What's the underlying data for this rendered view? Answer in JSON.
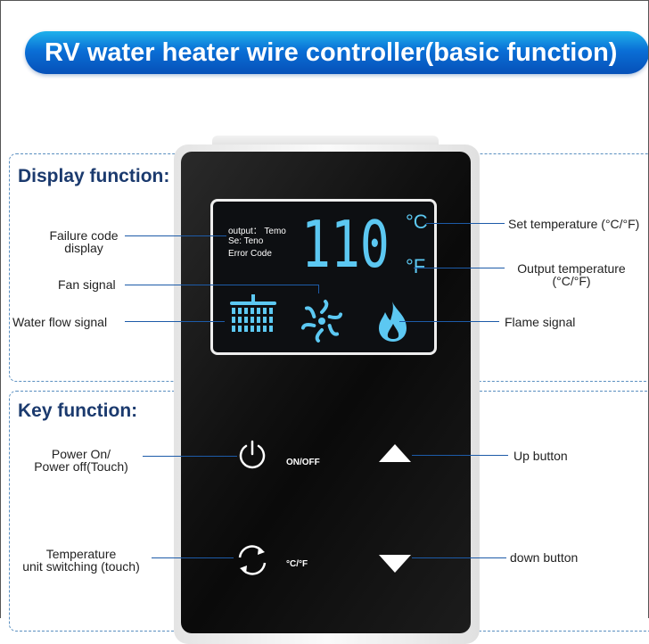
{
  "title": "RV water heater wire controller(basic function)",
  "sections": {
    "display": "Display function:",
    "key": "Key function:"
  },
  "lcd": {
    "line1": "output： Temo",
    "line2": "Se: Teno",
    "line3": "Error Code",
    "digits": "110",
    "celsius": "°C",
    "fahrenheit": "°F"
  },
  "display_labels": {
    "failure_1": "Failure code",
    "failure_2": "display",
    "fan": "Fan signal",
    "water": "Water flow signal",
    "set_temp": "Set temperature (°C/°F)",
    "output_1": "Output temperature",
    "output_2": "(°C/°F)",
    "flame": "Flame signal"
  },
  "key_labels": {
    "power_1": "Power On/",
    "power_2": "Power off(Touch)",
    "onoff": "ON/OFF",
    "unit_1": "Temperature",
    "unit_2": "unit switching (touch)",
    "cf": "°C/°F",
    "up": "Up button",
    "down": "down button"
  },
  "colors": {
    "accent": "#0a6fd6",
    "lcd": "#5cc8f2"
  }
}
